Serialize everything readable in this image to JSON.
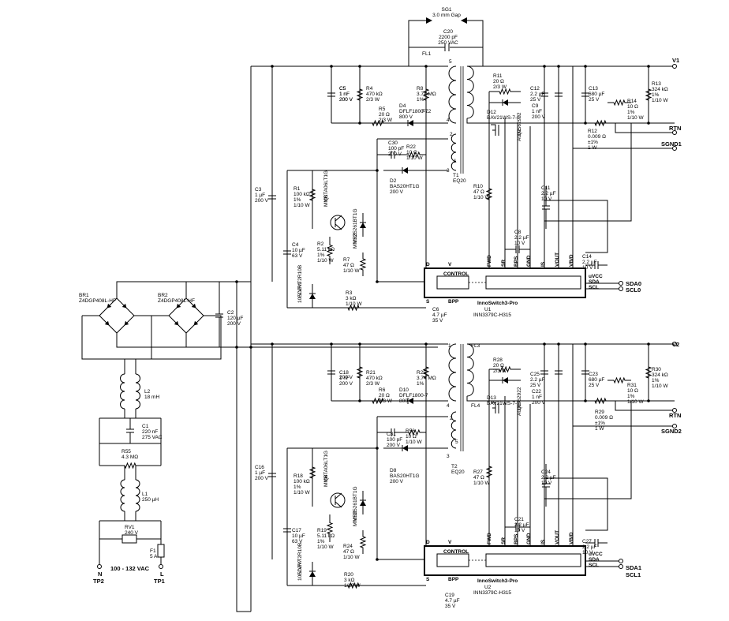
{
  "nets": {
    "v1": "V1",
    "rtn1": "RTN",
    "sgnd1": "SGND1",
    "v2": "V2",
    "rtn2": "RTN",
    "sgnd2": "SGND2",
    "sda0": "SDA0",
    "scl0": "SCL0",
    "sda1": "SDA1",
    "scl1": "SCL1",
    "n": "N",
    "tp2": "TP2",
    "l": "L",
    "tp1": "TP1",
    "input_range": "100 - 132 VAC"
  },
  "input": {
    "sg1": [
      "SG1",
      "3.0 mm Gap"
    ],
    "c20": [
      "C20",
      "2200 pF",
      "250 VAC"
    ],
    "br1": [
      "BR1",
      "Z4DGP408L-HF"
    ],
    "br2": [
      "BR2",
      "Z4DGP408L-HF"
    ],
    "c2": [
      "C2",
      "120 µF",
      "200 V"
    ],
    "l2": [
      "L2",
      "18 mH"
    ],
    "c1": [
      "C1",
      "220 nF",
      "275 VAC"
    ],
    "r55": [
      "R55",
      "4.3 MΩ"
    ],
    "l1": [
      "L1",
      "250 µH"
    ],
    "rv1": [
      "RV1",
      "240 V"
    ],
    "f1": [
      "F1",
      "5 A"
    ]
  },
  "stage1": {
    "c3": [
      "C3",
      "1 µF",
      "200 V"
    ],
    "c5": [
      "C5",
      "1 nF",
      "200 V"
    ],
    "r4": [
      "R4",
      "470 kΩ",
      "2/3 W"
    ],
    "r8": [
      "R8",
      "3.74 MΩ",
      "1%"
    ],
    "r5": [
      "R5",
      "20 Ω",
      "2/3 W"
    ],
    "d4": [
      "D4",
      "DFLF1800-7",
      "800 V"
    ],
    "fl": [
      "FL1",
      "FL2"
    ],
    "t1": [
      "T1",
      "EQ20"
    ],
    "c30": [
      "C30",
      "100 pF",
      "200 V"
    ],
    "r22": [
      "R22",
      "10 Ω",
      "1/10 W"
    ],
    "d2": [
      "D2",
      "BAS20HT1G",
      "200 V"
    ],
    "r1": [
      "R1",
      "100 kΩ",
      "1%",
      "1/10 W"
    ],
    "q1": [
      "Q1",
      "MMBTA06LT1G"
    ],
    "vr3": [
      "VR3",
      "MMSZ5261BT1G"
    ],
    "c4": [
      "C4",
      "10 µF",
      "63 V"
    ],
    "r2": [
      "R2",
      "5.11 kΩ",
      "1%",
      "1/10 W"
    ],
    "r7": [
      "R7",
      "47 Ω",
      "1/10 W"
    ],
    "vr1": [
      "VR1",
      "EDZVT2R10B",
      "10 V"
    ],
    "r3": [
      "R3",
      "3 kΩ",
      "1/10 W"
    ],
    "c6": [
      "C6",
      "4.7 µF",
      "35 V"
    ],
    "r11": [
      "R11",
      "20 Ω",
      "2/3 W"
    ],
    "d12": [
      "D12",
      "BAV21WS-7-F"
    ],
    "c12": [
      "C12",
      "2.2 µF",
      "25 V"
    ],
    "c9": [
      "C9",
      "1 nF",
      "200 V"
    ],
    "q2": [
      "Q2",
      "AONS62922"
    ],
    "c13": [
      "C13",
      "680 µF",
      "25 V"
    ],
    "r13": [
      "R13",
      "324 kΩ",
      "1%",
      "1/10 W"
    ],
    "r14": [
      "R14",
      "10 Ω",
      "1%",
      "1/10 W"
    ],
    "r12": [
      "R12",
      "0.009 Ω",
      "±1%",
      "1 W"
    ],
    "r10": [
      "R10",
      "47 Ω",
      "1/10 W"
    ],
    "c11": [
      "C11",
      "2.2 µF",
      "10 V"
    ],
    "c8": [
      "C8",
      "2.2 µF",
      "10 V"
    ],
    "c14": [
      "C14",
      "2.2 µF",
      "10 V"
    ],
    "ic_name": "InnoSwitch3-Pro",
    "ic_ref": [
      "U1",
      "INN3379C-H315"
    ],
    "control": "CONTROL",
    "pins_left": [
      "D",
      "V",
      "S",
      "BPP"
    ],
    "pins_top": [
      "FWD",
      "SR",
      "BPS",
      "GND",
      "IS",
      "VOUT",
      "VB/D"
    ],
    "pins_right": [
      "uVCC",
      "SDA",
      "SCL"
    ],
    "tnodes": [
      "5",
      "4",
      "2",
      "3",
      "1"
    ]
  },
  "stage2": {
    "c16": [
      "C16",
      "1 µF",
      "200 V"
    ],
    "c18": [
      "C18",
      "1 nF",
      "200 V"
    ],
    "r21": [
      "R21",
      "470 kΩ",
      "2/3 W"
    ],
    "r25": [
      "R25",
      "3.74 MΩ",
      "1%"
    ],
    "r6": [
      "R6",
      "20 Ω",
      "2/3 W"
    ],
    "d10": [
      "D10",
      "DFLF1800-7",
      "800 V"
    ],
    "fl": [
      "FL3",
      "FL4"
    ],
    "t2": [
      "T2",
      "EQ20"
    ],
    "c31": [
      "C31",
      "100 pF",
      "200 V"
    ],
    "r56": [
      "R56",
      "10 Ω",
      "1/10 W"
    ],
    "d8": [
      "D8",
      "BAS20HT1G",
      "200 V"
    ],
    "r18": [
      "R18",
      "100 kΩ",
      "1%",
      "1/10 W"
    ],
    "q4": [
      "Q4",
      "MMBTA06LT1G"
    ],
    "vr9": [
      "VR9",
      "MMSZ5261BT1G"
    ],
    "c17": [
      "C17",
      "10 µF",
      "63 V"
    ],
    "r19": [
      "R19",
      "5.11 kΩ",
      "1%",
      "1/10 W"
    ],
    "r24": [
      "R24",
      "47 Ω",
      "1/10 W"
    ],
    "vr7": [
      "VR7",
      "EDZVT2R10B",
      "10 V"
    ],
    "r20": [
      "R20",
      "3 kΩ",
      "1/10 W"
    ],
    "c19": [
      "C19",
      "4.7 µF",
      "35 V"
    ],
    "r28": [
      "R28",
      "20 Ω",
      "2/3 W"
    ],
    "d13": [
      "D13",
      "BAV21WS-7-F"
    ],
    "c25": [
      "C25",
      "2.2 µF",
      "25 V"
    ],
    "c22": [
      "C22",
      "1 nF",
      "200 V"
    ],
    "q5": [
      "Q5",
      "AONS62922"
    ],
    "c23": [
      "C23",
      "680 µF",
      "25 V"
    ],
    "r30": [
      "R30",
      "324 kΩ",
      "1%",
      "1/10 W"
    ],
    "r31": [
      "R31",
      "10 Ω",
      "1%",
      "1/10 W"
    ],
    "r29": [
      "R29",
      "0.009 Ω",
      "±1%",
      "1 W"
    ],
    "r27": [
      "R27",
      "47 Ω",
      "1/10 W"
    ],
    "c24": [
      "C24",
      "2.2 µF",
      "10 V"
    ],
    "c21": [
      "C21",
      "2.2 µF",
      "10 V"
    ],
    "c27": [
      "C27",
      "2.2 µF",
      "10 V"
    ],
    "ic_name": "InnoSwitch3-Pro",
    "ic_ref": [
      "U2",
      "INN3379C-H315"
    ],
    "control": "CONTROL",
    "pins_left": [
      "D",
      "V",
      "S",
      "BPP"
    ],
    "pins_top": [
      "FWD",
      "SR",
      "BPS",
      "GND",
      "IS",
      "VOUT",
      "VB/D"
    ],
    "pins_right": [
      "uVCC",
      "SDA",
      "SCL"
    ],
    "tnodes": [
      "1",
      "4",
      "2",
      "3",
      "5"
    ]
  }
}
